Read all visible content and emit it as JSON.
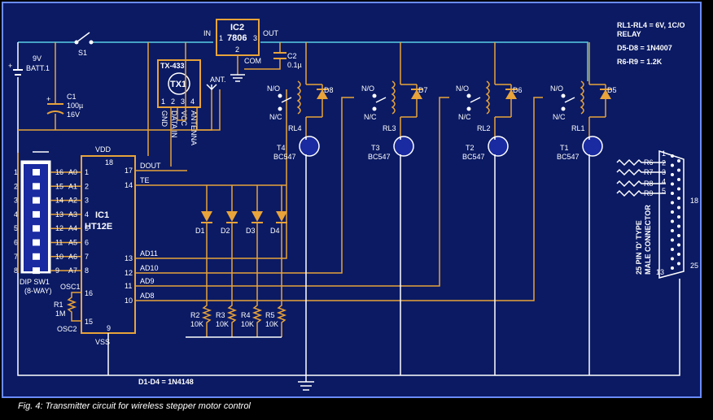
{
  "caption": "Fig. 4: Transmitter circuit for wireless stepper motor control",
  "notes": [
    "RL1-RL4 = 6V, 1C/O",
    "RELAY",
    "D5-D8 = 1N4007",
    "R6-R9 = 1.2K"
  ],
  "ic2": {
    "name": "IC2",
    "part": "7806",
    "in": "IN",
    "out": "OUT",
    "com": "COM",
    "pin_in": "1",
    "pin_out": "3",
    "pin_com": "2"
  },
  "c2": {
    "name": "C2",
    "value": "0.1µ"
  },
  "battery": {
    "voltage": "9V",
    "name": "BATT.1"
  },
  "s1": "S1",
  "c1": {
    "name": "C1",
    "value1": "100µ",
    "value2": "16V"
  },
  "tx": {
    "module": "TX-433",
    "name": "TX1",
    "ant": "ANT.",
    "pins": [
      "GND",
      "DATA IN",
      "VCC",
      "ANTENNA"
    ],
    "pin_nums": [
      "1",
      "2",
      "3",
      "4"
    ]
  },
  "ic1": {
    "name": "IC1",
    "part": "HT12E",
    "vdd": "VDD",
    "vss": "VSS",
    "osc1": "OSC1",
    "osc2": "OSC2",
    "left_pins": [
      "1",
      "2",
      "3",
      "4",
      "5",
      "6",
      "7",
      "8"
    ],
    "addr_pins": [
      {
        "num": "16",
        "name": "A0"
      },
      {
        "num": "15",
        "name": "A1"
      },
      {
        "num": "14",
        "name": "A2"
      },
      {
        "num": "13",
        "name": "A3"
      },
      {
        "num": "12",
        "name": "A4"
      },
      {
        "num": "11",
        "name": "A5"
      },
      {
        "num": "10",
        "name": "A6"
      },
      {
        "num": "9",
        "name": "A7"
      }
    ],
    "right_pins": [
      {
        "num": "17",
        "name": "DOUT"
      },
      {
        "num": "14",
        "name": "TE"
      },
      {
        "num": "13",
        "name": "AD11"
      },
      {
        "num": "12",
        "name": "AD10"
      },
      {
        "num": "11",
        "name": "AD9"
      },
      {
        "num": "10",
        "name": "AD8"
      }
    ],
    "pin18": "18",
    "pin9": "9",
    "pin16": "16",
    "pin15": "15"
  },
  "dipsw": {
    "name": "DIP SW1",
    "type": "(8-WAY)",
    "nums": [
      "1",
      "2",
      "3",
      "4",
      "5",
      "6",
      "7",
      "8"
    ]
  },
  "r1": {
    "name": "R1",
    "value": "1M"
  },
  "diodes_signal": [
    "D1",
    "D2",
    "D3",
    "D4"
  ],
  "diode_note": "D1-D4 = 1N4148",
  "pulldowns": [
    {
      "name": "R2",
      "value": "10K"
    },
    {
      "name": "R3",
      "value": "10K"
    },
    {
      "name": "R4",
      "value": "10K"
    },
    {
      "name": "R5",
      "value": "10K"
    }
  ],
  "relays": [
    {
      "name": "RL4",
      "diode": "D8",
      "tr": "T4",
      "trtype": "BC547",
      "no": "N/O",
      "nc": "N/C"
    },
    {
      "name": "RL3",
      "diode": "D7",
      "tr": "T3",
      "trtype": "BC547",
      "no": "N/O",
      "nc": "N/C"
    },
    {
      "name": "RL2",
      "diode": "D6",
      "tr": "T2",
      "trtype": "BC547",
      "no": "N/O",
      "nc": "N/C"
    },
    {
      "name": "RL1",
      "diode": "D5",
      "tr": "T1",
      "trtype": "BC547",
      "no": "N/O",
      "nc": "N/C"
    }
  ],
  "base_resistors": [
    "R6",
    "R7",
    "R8",
    "R9"
  ],
  "connector": {
    "line1": "25 PIN 'D' TYPE",
    "line2": "MALE CONNECTOR",
    "pins_left": [
      "1",
      "2",
      "3",
      "4",
      "5"
    ],
    "pin13": "13",
    "pin18": "18",
    "pin25": "25"
  }
}
